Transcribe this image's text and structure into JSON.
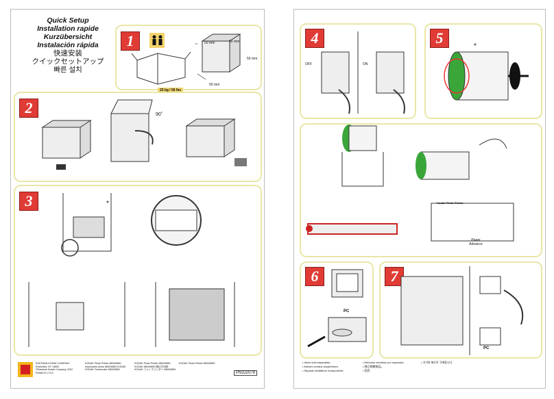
{
  "titles": [
    "Quick Setup",
    "Installation rapide",
    "Kurzübersicht",
    "Instalación rápida",
    "快速安装",
    "クイックセットアップ",
    "빠른 설치"
  ],
  "steps": {
    "s1": "1",
    "s2": "2",
    "s3": "3",
    "s4": "4",
    "s5": "5",
    "s6": "6",
    "s7": "7"
  },
  "dimensions": {
    "d1": "50 mm",
    "d2": "50 mm",
    "d3": "50 mm",
    "d4": "50 mm"
  },
  "weight": "25 kg / 56 lbs",
  "angle": "90˚",
  "labels": {
    "asterisk": "*",
    "off": "OFF",
    "on": "ON",
    "pc1": "PC",
    "pc2": "PC",
    "paper_advance": "Paper Advance",
    "kodak_panel": "Kodak Photo Printer"
  },
  "footer": {
    "company": "EASTMAN KODAK COMPANY",
    "city": "Rochester, NY 14650",
    "copyright": "©Eastman Kodak Company, 2002",
    "pr": "Printed in U.S.A.",
    "col1": [
      "KODAK Photo Printer 6800/6850",
      "Imprimante photo 6800/6850 KODAK",
      "KODAK Fotodrucker 6800/6850"
    ],
    "col2": [
      "KODAK Photo Printer 6800/6850",
      "KODAK 6800/6850 照片打印机",
      "KODAK フォトプリンター 6800/6850"
    ],
    "col3": [
      "KODAK Photo Printer 6800/6850"
    ],
    "code": "PN3J2079"
  },
  "notes": {
    "n1": "• Items sold separately.",
    "n2": "• Articles vendus séparément.",
    "n3": "• Separat erhältliche Komponente.",
    "n4": "• Artículos vendidos por separado.",
    "n5": "• 独立销售物品。",
    "n6": "• 別売",
    "n7": "• 기기와 별도로 구매합니다."
  }
}
